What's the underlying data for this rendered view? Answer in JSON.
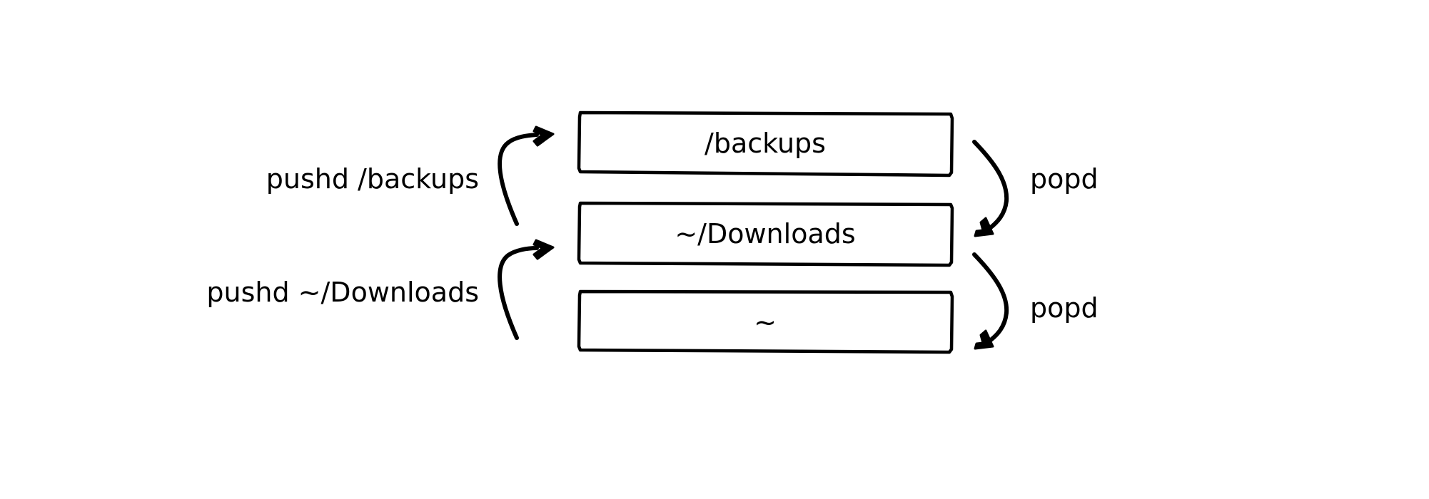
{
  "stack": {
    "boxes": [
      {
        "label": "/backups"
      },
      {
        "label": "~/Downloads"
      },
      {
        "label": "~"
      }
    ]
  },
  "operations": {
    "push": [
      {
        "label": "pushd /backups"
      },
      {
        "label": "pushd ~/Downloads"
      }
    ],
    "pop": [
      {
        "label": "popd"
      },
      {
        "label": "popd"
      }
    ]
  }
}
